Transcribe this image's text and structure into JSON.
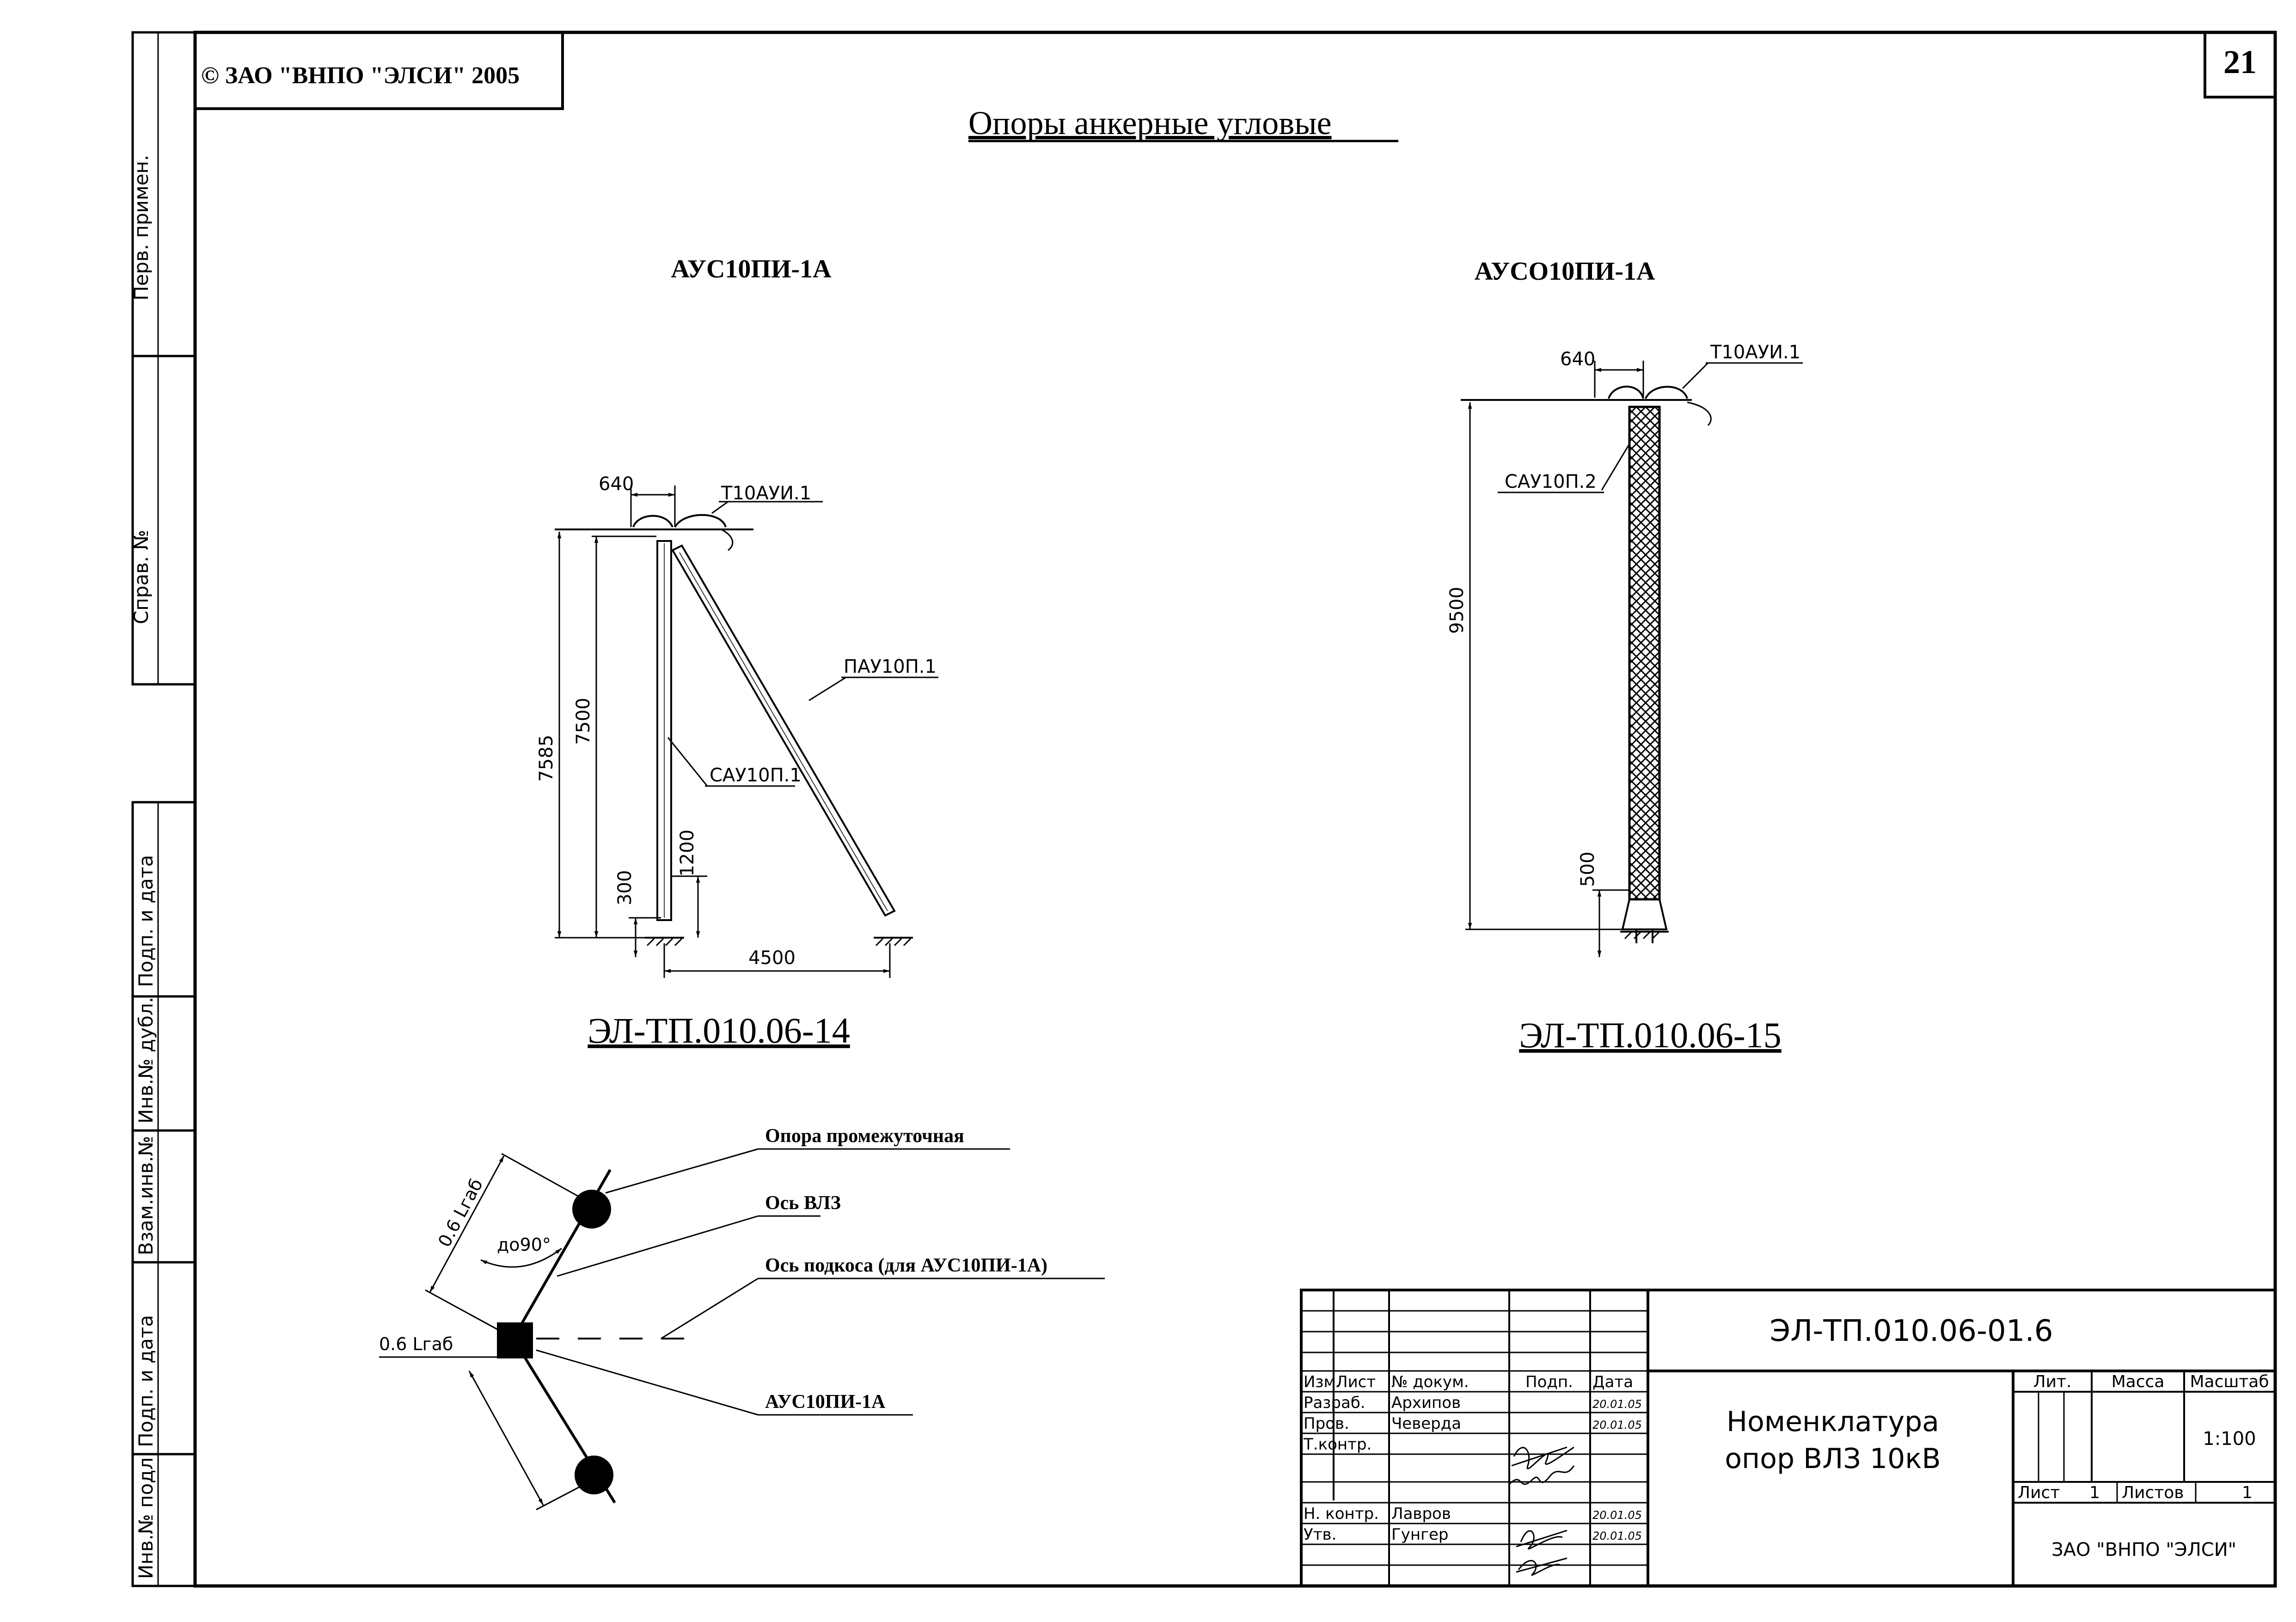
{
  "header": {
    "copyright": "© ЗАО \"ВНПО \"ЭЛСИ\" 2005",
    "sheet_number": "21",
    "title": "Опоры анкерные угловые"
  },
  "side_stamps": {
    "perv_primen": "Перв. примен.",
    "sprav_no": "Справ. №",
    "podp_i_data_1": "Подп. и дата",
    "inv_no_dubl": "Инв.№ дубл.",
    "vzam_inv_no": "Взам.инв.№",
    "podp_i_data_2": "Подп. и дата",
    "inv_no_podl": "Инв.№ подл."
  },
  "left_drawing": {
    "name": "АУС10ПИ-1А",
    "doc_ref": "ЭЛ-ТП.010.06-14",
    "dim_640": "640",
    "traverse": "Т10АУИ.1",
    "strut": "ПАУ10П.1",
    "post": "САУ10П.1",
    "dim_7585": "7585",
    "dim_7500": "7500",
    "dim_1200": "1200",
    "dim_300": "300",
    "dim_4500": "4500"
  },
  "right_drawing": {
    "name": "АУСО10ПИ-1А",
    "doc_ref": "ЭЛ-ТП.010.06-15",
    "dim_640": "640",
    "traverse": "Т10АУИ.1",
    "post": "САУ10П.2",
    "dim_9500": "9500",
    "dim_500": "500"
  },
  "plan": {
    "dim_a": "0.6 Lгаб",
    "angle": "до90°",
    "dim_b": "0.6 Lгаб",
    "label_intermediate": "Опора промежуточная",
    "label_axis": "Ось ВЛЗ",
    "label_strut_axis": "Ось подкоса (для АУС10ПИ-1А)",
    "label_support": "АУС10ПИ-1А"
  },
  "title_block": {
    "doc_code": "ЭЛ-ТП.010.06-01.6",
    "name_line1": "Номенклатура",
    "name_line2": "опор ВЛЗ 10кВ",
    "col_izm": "Изм.",
    "col_list": "Лист",
    "col_doc": "№ докум.",
    "col_podp": "Подп.",
    "col_data": "Дата",
    "row_razrab": "Разраб.",
    "row_razrab_name": "Архипов",
    "row_razrab_date": "20.01.05",
    "row_prov": "Пров.",
    "row_prov_name": "Чеверда",
    "row_prov_date": "20.01.05",
    "row_tkontr": "Т.контр.",
    "row_nkontr": "Н. контр.",
    "row_nkontr_name": "Лавров",
    "row_nkontr_date": "20.01.05",
    "row_utv": "Утв.",
    "row_utv_name": "Гунгер",
    "row_utv_date": "20.01.05",
    "lit": "Лит.",
    "massa": "Масса",
    "masshtab": "Масштаб",
    "scale": "1:100",
    "list_label": "Лист",
    "list_val": "1",
    "listov_label": "Листов",
    "listov_val": "1",
    "org": "ЗАО \"ВНПО \"ЭЛСИ\""
  }
}
